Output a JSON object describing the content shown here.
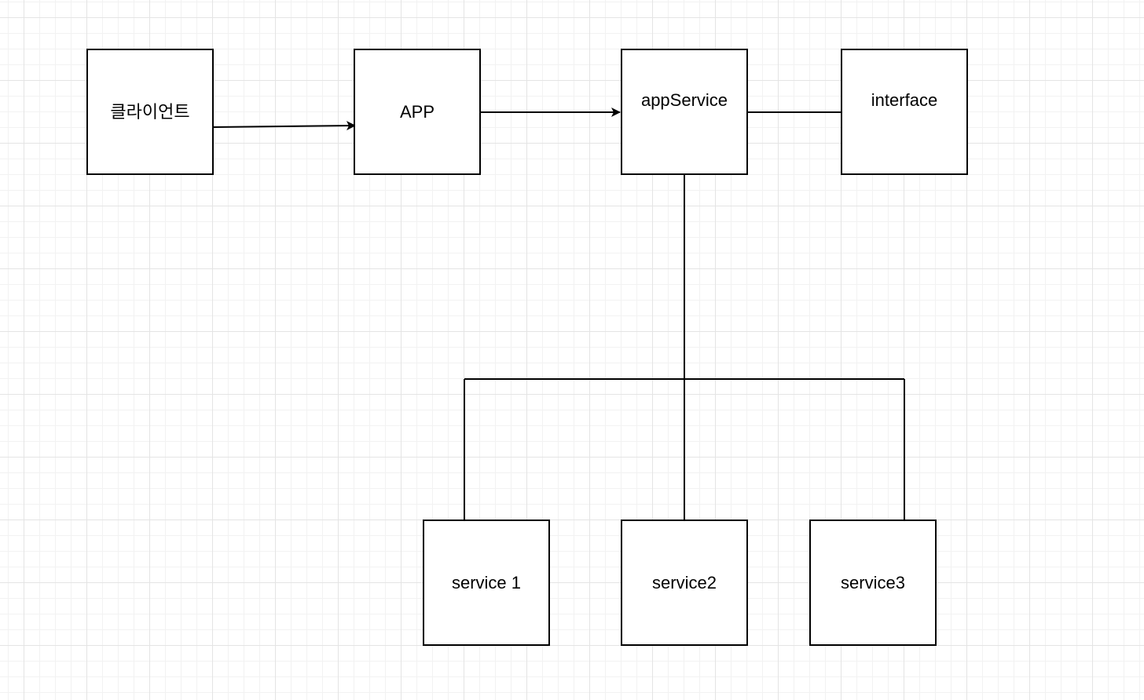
{
  "diagram": {
    "nodes": {
      "client": "클라이언트",
      "app": "APP",
      "app_service": "appService",
      "interface": "interface",
      "service1": "service 1",
      "service2": "service2",
      "service3": "service3"
    },
    "edges": [
      {
        "from": "client",
        "to": "app",
        "arrow": true
      },
      {
        "from": "app",
        "to": "app_service",
        "arrow": true
      },
      {
        "from": "app_service",
        "to": "interface",
        "arrow": false
      },
      {
        "from": "app_service",
        "to": "service1",
        "arrow": false
      },
      {
        "from": "app_service",
        "to": "service2",
        "arrow": false
      },
      {
        "from": "app_service",
        "to": "service3",
        "arrow": false
      }
    ],
    "colors": {
      "stroke": "#000000",
      "background": "#ffffff",
      "grid_major": "#e4e4e4",
      "grid_minor": "#f2f2f2"
    }
  }
}
